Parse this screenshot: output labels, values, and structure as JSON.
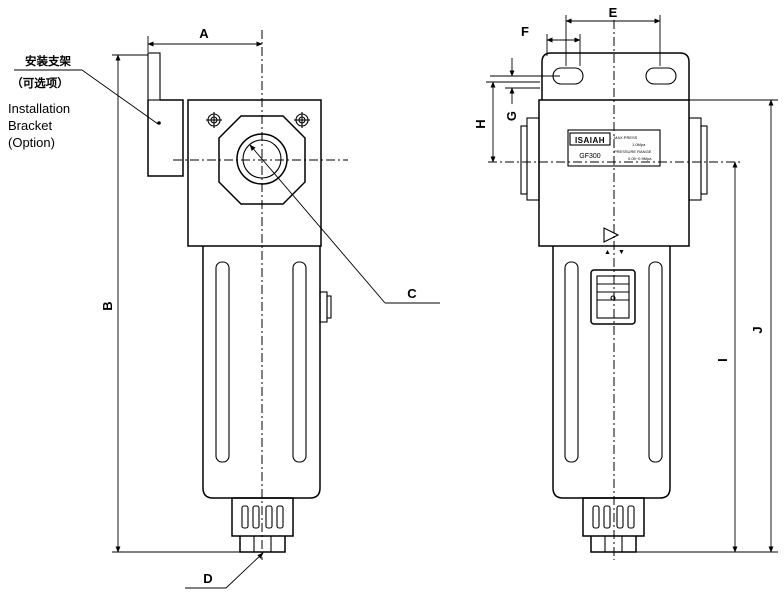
{
  "bracket_note": {
    "chinese": "安装支架",
    "chinese_option": "（可选项）",
    "english_line1": "Installation",
    "english_line2": "Bracket",
    "english_line3": "(Option)"
  },
  "dimensions": {
    "A": "A",
    "B": "B",
    "C": "C",
    "D": "D",
    "E": "E",
    "F": "F",
    "G": "G",
    "H": "H",
    "I": "I",
    "J": "J"
  },
  "nameplate": {
    "brand": "ISAIAH",
    "model": "GF300",
    "spec_line1": "MAX.PRESS",
    "spec_line2": "1.0Mpa",
    "spec_line3": "PRESSURE RANGE",
    "spec_line4": "0.05~0.9Mpa"
  }
}
